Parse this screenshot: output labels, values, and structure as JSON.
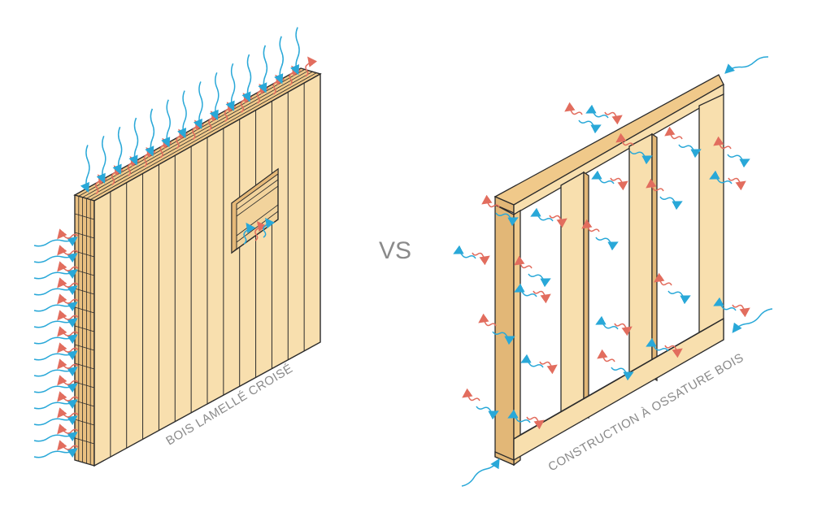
{
  "labels": {
    "clt": "BOIS LAMELLÉ CROISÉ",
    "vs": "VS",
    "frame": "CONSTRUCTION À OSSATURE BOIS"
  },
  "colors": {
    "wood_light": "#f8dfae",
    "wood_mid": "#f0c98a",
    "wood_dark": "#e2b777",
    "outline": "#2b2b2b",
    "arrow_blue": "#29a8d8",
    "arrow_red": "#e26d5e",
    "label_gray": "#8a8a8a"
  }
}
